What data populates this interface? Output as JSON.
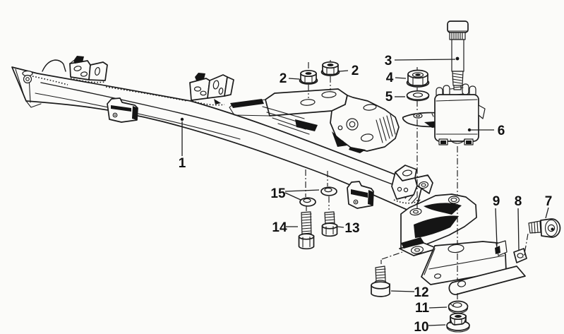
{
  "figure": {
    "background_color": "#fbfbf9",
    "line_color": "#1c1c1c",
    "label_color": "#111111",
    "type": "exploded-parts-line-drawing"
  },
  "callouts": {
    "c1": "1",
    "c2a": "2",
    "c2b": "2",
    "c3": "3",
    "c4": "4",
    "c5": "5",
    "c6": "6",
    "c7": "7",
    "c8": "8",
    "c9": "9",
    "c10": "10",
    "c11": "11",
    "c12": "12",
    "c13": "13",
    "c14": "14",
    "c15": "15"
  }
}
